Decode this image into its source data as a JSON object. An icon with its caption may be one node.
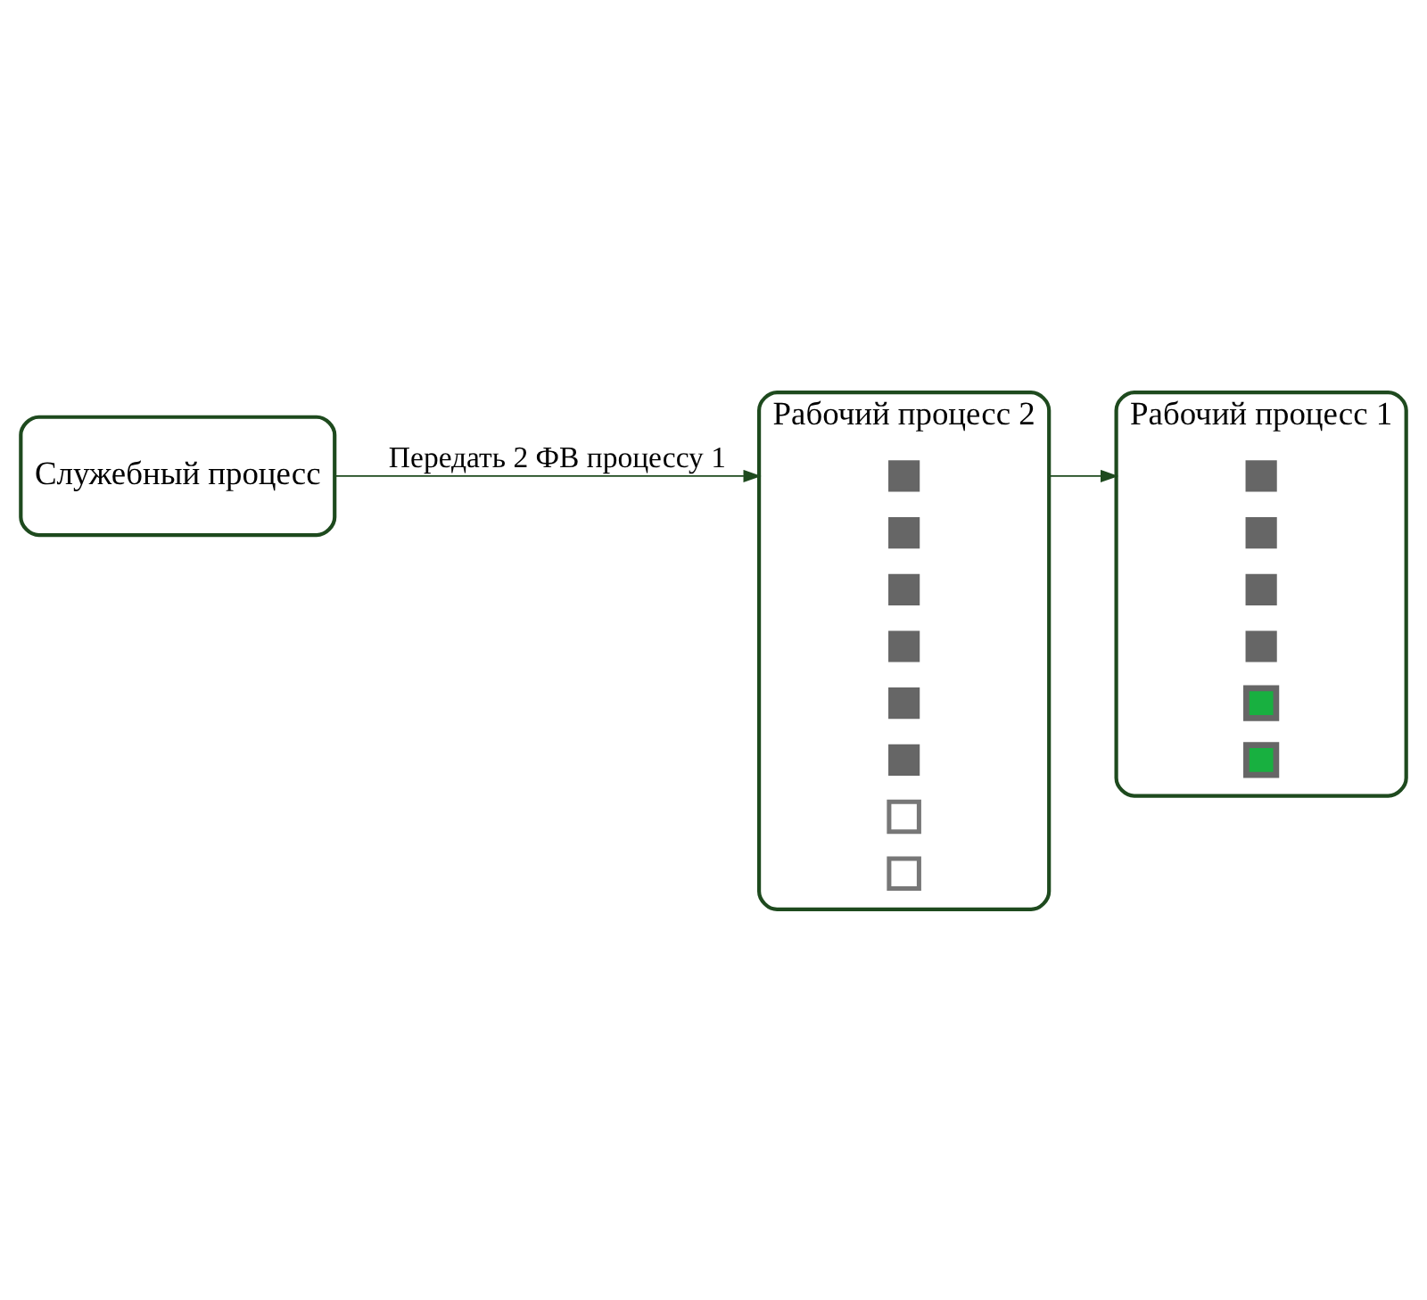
{
  "diagram": {
    "nodes": [
      {
        "text": [
          "Рабочий процесс 1"
        ]
      },
      {
        "text": [],
        "shape": "box",
        "in": 0
      },
      {
        "text": [],
        "shape": "box",
        "in": 0
      },
      {
        "text": [],
        "shape": "box",
        "in": 0
      },
      {
        "text": [],
        "shape": "box",
        "in": 0
      },
      {
        "text": [],
        "shape": "box",
        "in": 0
      },
      {
        "text": [],
        "shape": "box",
        "in": 0
      },
      {
        "text": [
          "Служебный процесс"
        ]
      },
      {
        "text": [
          "Рабочий процесс 2"
        ]
      },
      {
        "text": [],
        "shape": "box",
        "in": 8
      },
      {
        "text": [],
        "shape": "box",
        "in": 8
      },
      {
        "text": [],
        "shape": "box",
        "in": 8
      },
      {
        "text": [],
        "shape": "box",
        "in": 8
      },
      {
        "text": [],
        "shape": "box",
        "in": 8
      },
      {
        "text": [],
        "shape": "box",
        "in": 8
      },
      {
        "text": [],
        "shape": "box",
        "in": 8
      },
      {
        "text": [],
        "shape": "box",
        "in": 8
      }
    ],
    "edges": [
      {
        "from": 7,
        "to": 8,
        "arrow": "to",
        "label": "Передать 2 ФВ процессу 1"
      },
      {
        "from": 8,
        "to": 0,
        "arrow": "to"
      }
    ]
  }
}
